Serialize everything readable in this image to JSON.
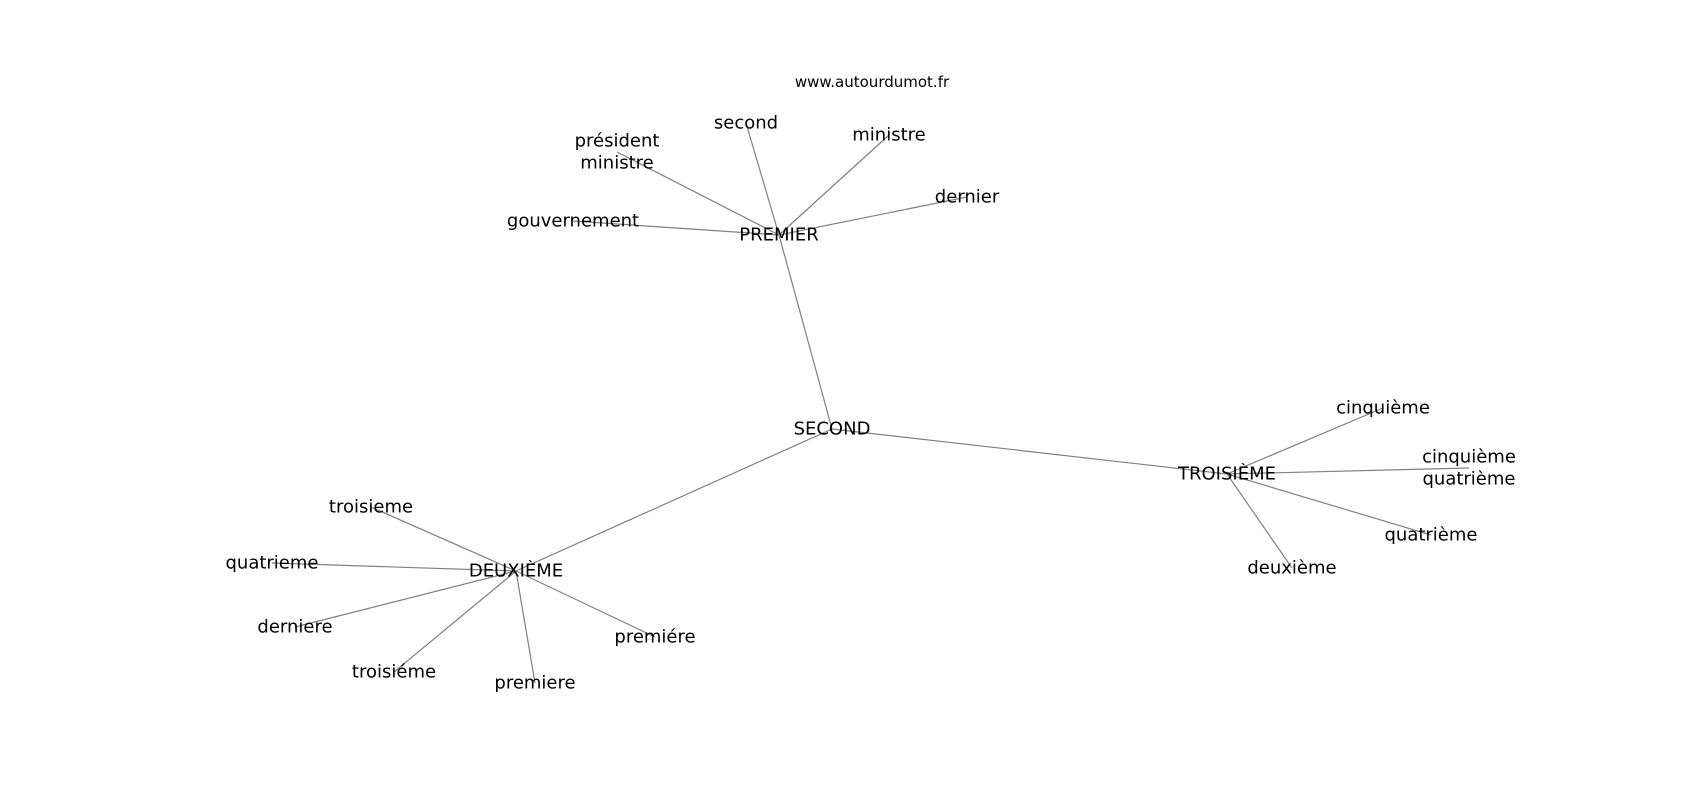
{
  "site": "www.autourdumot.fr",
  "nodes": [
    {
      "id": "second_center",
      "lines": [
        "SECOND"
      ]
    },
    {
      "id": "premier",
      "lines": [
        "PREMIER"
      ]
    },
    {
      "id": "deuxieme",
      "lines": [
        "DEUXIÈME"
      ]
    },
    {
      "id": "troisieme",
      "lines": [
        "TROISIÈME"
      ]
    },
    {
      "id": "second_leaf",
      "lines": [
        "second"
      ]
    },
    {
      "id": "ministre",
      "lines": [
        "ministre"
      ]
    },
    {
      "id": "president_ministre",
      "lines": [
        "président",
        "ministre"
      ]
    },
    {
      "id": "dernier",
      "lines": [
        "dernier"
      ]
    },
    {
      "id": "gouvernement",
      "lines": [
        "gouvernement"
      ]
    },
    {
      "id": "cinquieme",
      "lines": [
        "cinquième"
      ]
    },
    {
      "id": "cinquieme_quatrieme",
      "lines": [
        "cinquième",
        "quatrième"
      ]
    },
    {
      "id": "quatrieme_t",
      "lines": [
        "quatrième"
      ]
    },
    {
      "id": "deuxieme_leaf",
      "lines": [
        "deuxième"
      ]
    },
    {
      "id": "troisieme_d",
      "lines": [
        "troisieme"
      ]
    },
    {
      "id": "quatrieme_d",
      "lines": [
        "quatrieme"
      ]
    },
    {
      "id": "derniere",
      "lines": [
        "derniere"
      ]
    },
    {
      "id": "troisieme_acute",
      "lines": [
        "troisiéme"
      ]
    },
    {
      "id": "premiere",
      "lines": [
        "premiere"
      ]
    },
    {
      "id": "premiere_acute",
      "lines": [
        "premiére"
      ]
    }
  ],
  "edges": [
    [
      "second_center",
      "premier"
    ],
    [
      "second_center",
      "deuxieme"
    ],
    [
      "second_center",
      "troisieme"
    ],
    [
      "premier",
      "second_leaf"
    ],
    [
      "premier",
      "ministre"
    ],
    [
      "premier",
      "president_ministre"
    ],
    [
      "premier",
      "dernier"
    ],
    [
      "premier",
      "gouvernement"
    ],
    [
      "troisieme",
      "cinquieme"
    ],
    [
      "troisieme",
      "cinquieme_quatrieme"
    ],
    [
      "troisieme",
      "quatrieme_t"
    ],
    [
      "troisieme",
      "deuxieme_leaf"
    ],
    [
      "deuxieme",
      "troisieme_d"
    ],
    [
      "deuxieme",
      "quatrieme_d"
    ],
    [
      "deuxieme",
      "derniere"
    ],
    [
      "deuxieme",
      "troisieme_acute"
    ],
    [
      "deuxieme",
      "premiere"
    ],
    [
      "deuxieme",
      "premiere_acute"
    ]
  ]
}
